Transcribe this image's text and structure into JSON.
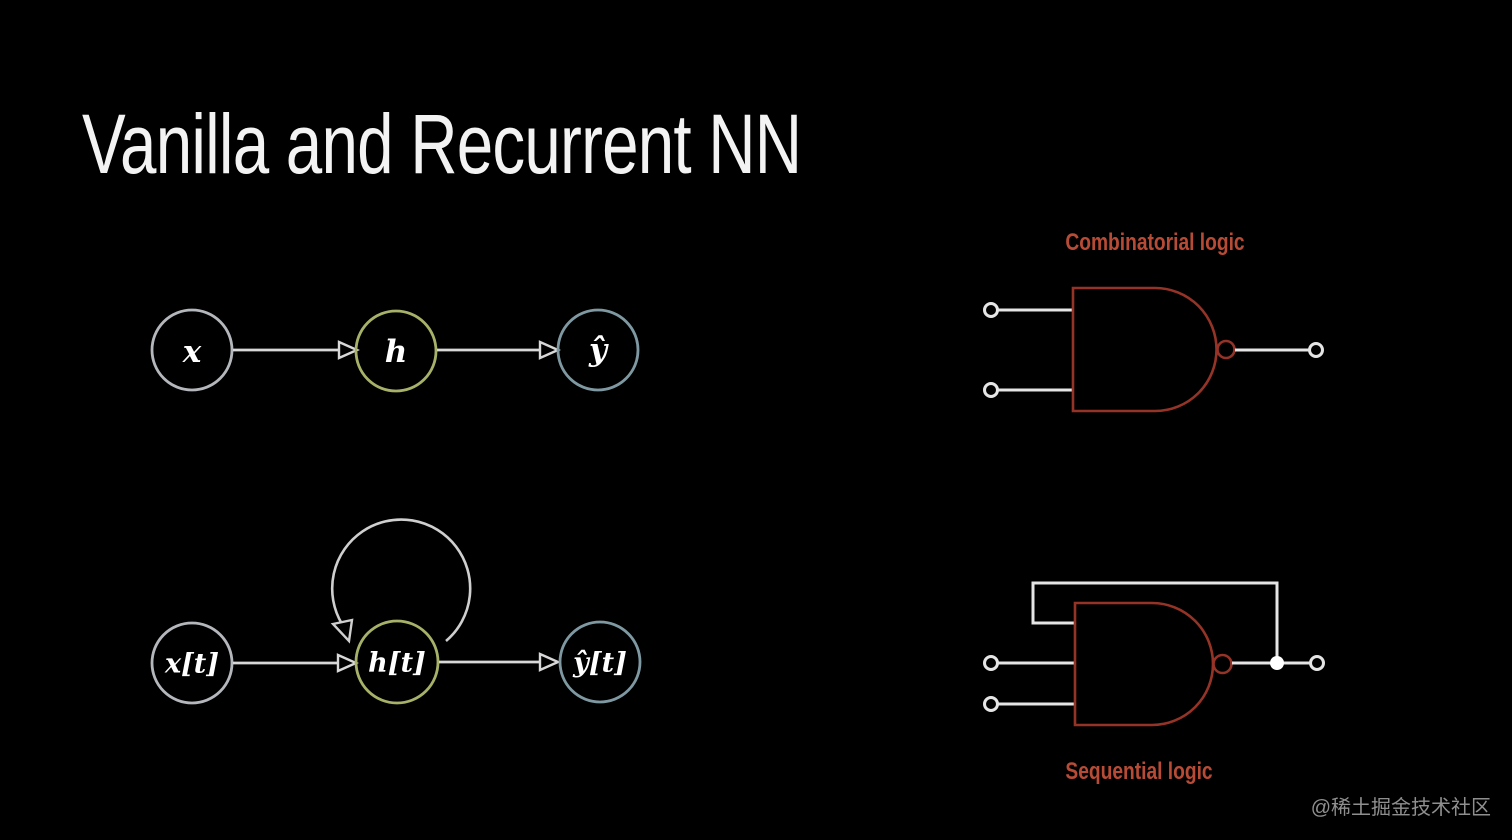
{
  "slide": {
    "title": "Vanilla and Recurrent NN",
    "watermark": "@稀土掘金技术社区"
  },
  "colors": {
    "background": "#000000",
    "title_text": "#f3f3f3",
    "node_input_stroke": "#b4b7bb",
    "node_hidden_stroke": "#a7b168",
    "node_output_stroke": "#7f99a2",
    "arrow": "#d8d8d8",
    "loop": "#cfcfcf",
    "logic_label_text": "#b84b35",
    "gate_stroke": "#963327",
    "wire": "#e5e5e5",
    "watermark_text": "#8f8f8f"
  },
  "vanilla_nn": {
    "nodes": [
      {
        "id": "input",
        "label": "x"
      },
      {
        "id": "hidden",
        "label": "h"
      },
      {
        "id": "output",
        "label": "ŷ"
      }
    ]
  },
  "recurrent_nn": {
    "nodes": [
      {
        "id": "input",
        "label": "x[t]"
      },
      {
        "id": "hidden",
        "label": "h[t]"
      },
      {
        "id": "output",
        "label": "ŷ[t]"
      }
    ],
    "self_loop": "hidden-to-hidden"
  },
  "logic": {
    "combinatorial_label": "Combinatorial logic",
    "sequential_label": "Sequential logic",
    "gate_type": "NAND"
  }
}
